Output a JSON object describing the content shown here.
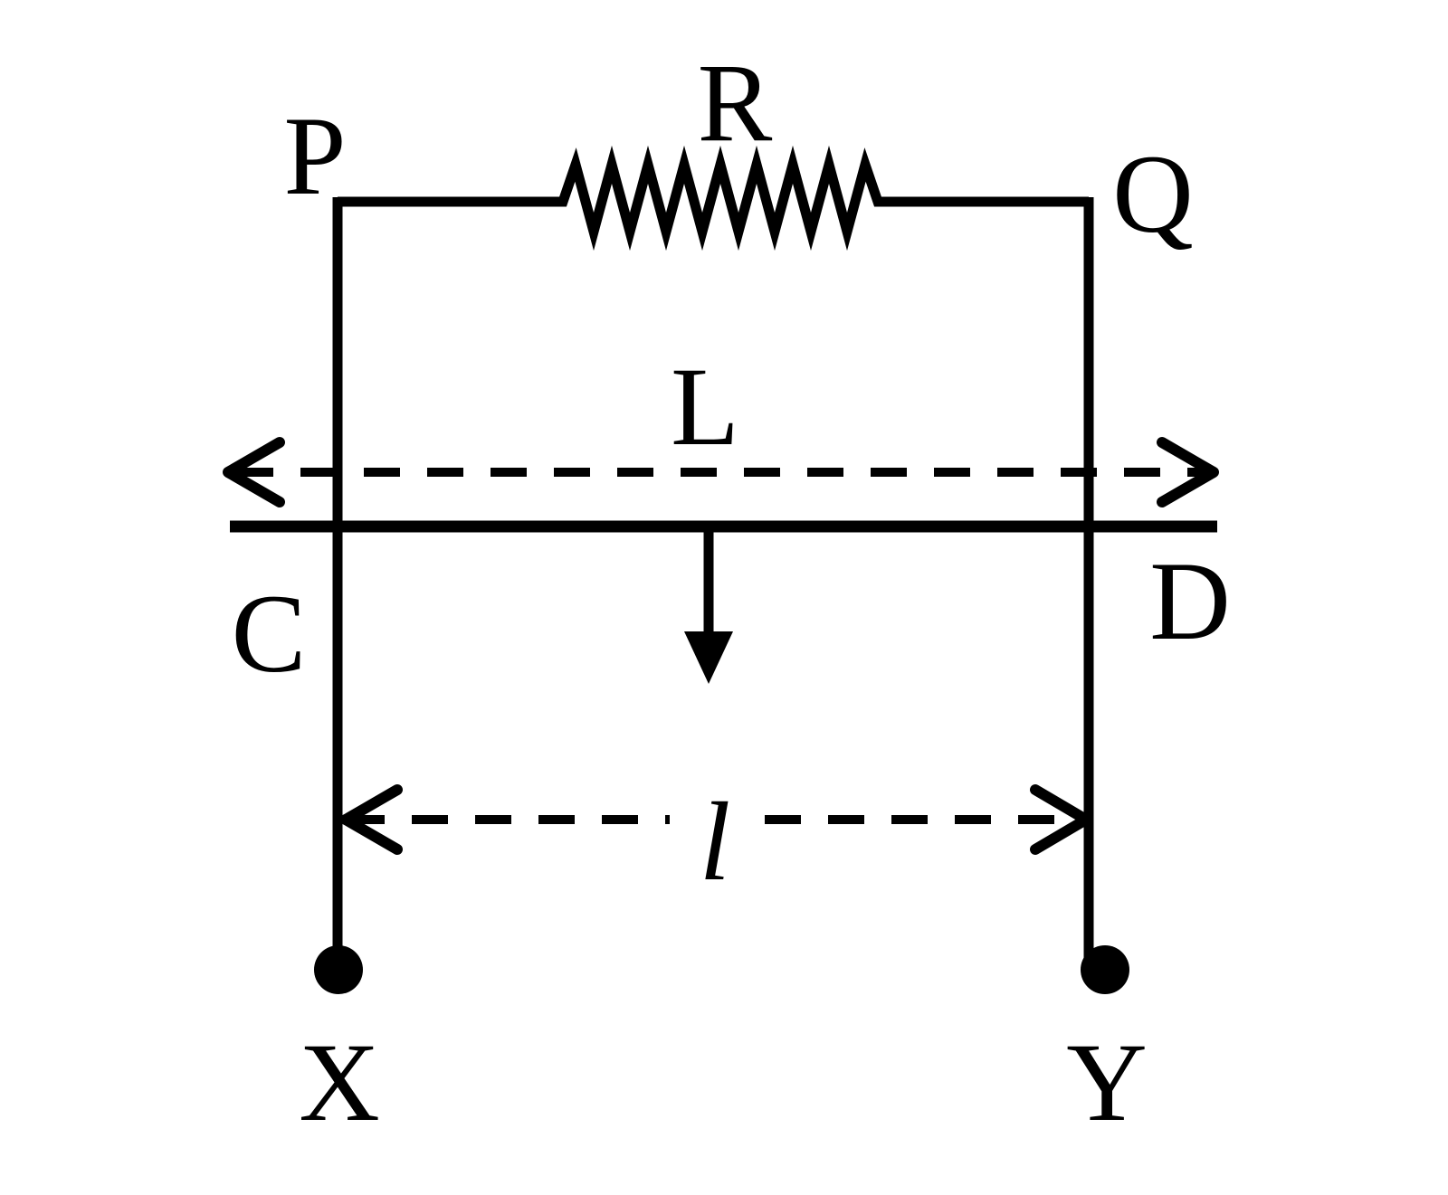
{
  "labels": {
    "resistor": "R",
    "top_left": "P",
    "top_right": "Q",
    "rod_length": "L",
    "rod_left": "C",
    "rod_right": "D",
    "rail_separation": "l",
    "terminal_left": "X",
    "terminal_right": "Y"
  },
  "colors": {
    "ink": "#000000",
    "background": "#ffffff"
  }
}
